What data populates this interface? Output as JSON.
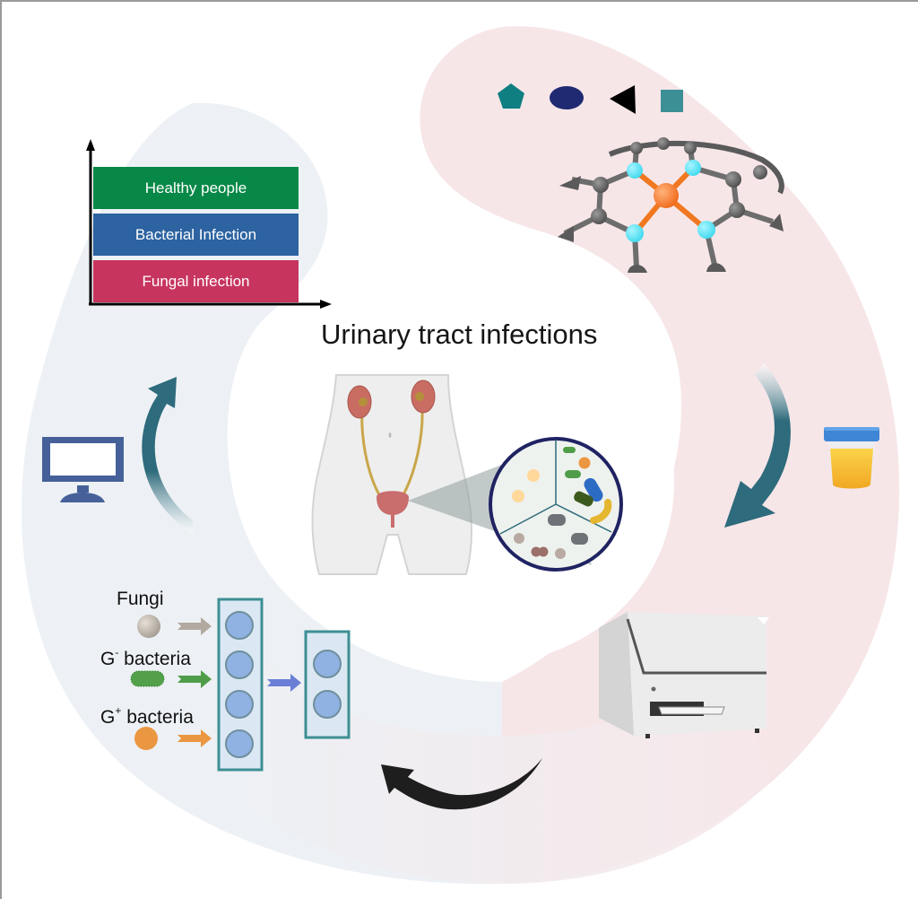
{
  "title": "Urinary tract infections",
  "colors": {
    "left_swirl": "#edf1f5",
    "right_swirl": "#f7e6e8",
    "teal_arrow": "#2e6b7c",
    "nn_box_stroke": "#3d8f94",
    "nn_box_fill": "#dbe8f4",
    "nn_node_fill": "#8fb2e2",
    "monitor": "#46619a"
  },
  "classification_chart": {
    "bars": [
      {
        "label": "Healthy people",
        "color": "#078847"
      },
      {
        "label": "Bacterial Infection",
        "color": "#2c63a0"
      },
      {
        "label": "Fungal infection",
        "color": "#c7355f"
      }
    ]
  },
  "sensor_array_shapes": [
    {
      "shape": "pentagon",
      "color": "#0f7f82"
    },
    {
      "shape": "ellipse",
      "color": "#1f2a72"
    },
    {
      "shape": "triangle",
      "color": "#000000"
    },
    {
      "shape": "square",
      "color": "#3d8f96"
    }
  ],
  "neural_network": {
    "inputs": [
      {
        "name": "Fungi",
        "superscript": "",
        "color": "#b8b0a6",
        "arrow_color": "#b2aaa0"
      },
      {
        "name": "G",
        "superscript": "-",
        "suffix": " bacteria",
        "color": "#52a04a",
        "arrow_color": "#4f9d48"
      },
      {
        "name": "G",
        "superscript": "+",
        "suffix": " bacteria",
        "color": "#eb9742",
        "arrow_color": "#eb9742"
      }
    ],
    "hidden_nodes": 4,
    "output_nodes": 2,
    "connector_color": "#6b7fd6"
  },
  "icons": {
    "computer": "monitor-icon",
    "sample": "urine-cup-icon",
    "instrument": "plate-reader-icon",
    "molecule": "porphyrin-molecule-icon",
    "body": "urinary-tract-anatomy-icon",
    "microscope_inset": "pathogen-inset-icon"
  }
}
